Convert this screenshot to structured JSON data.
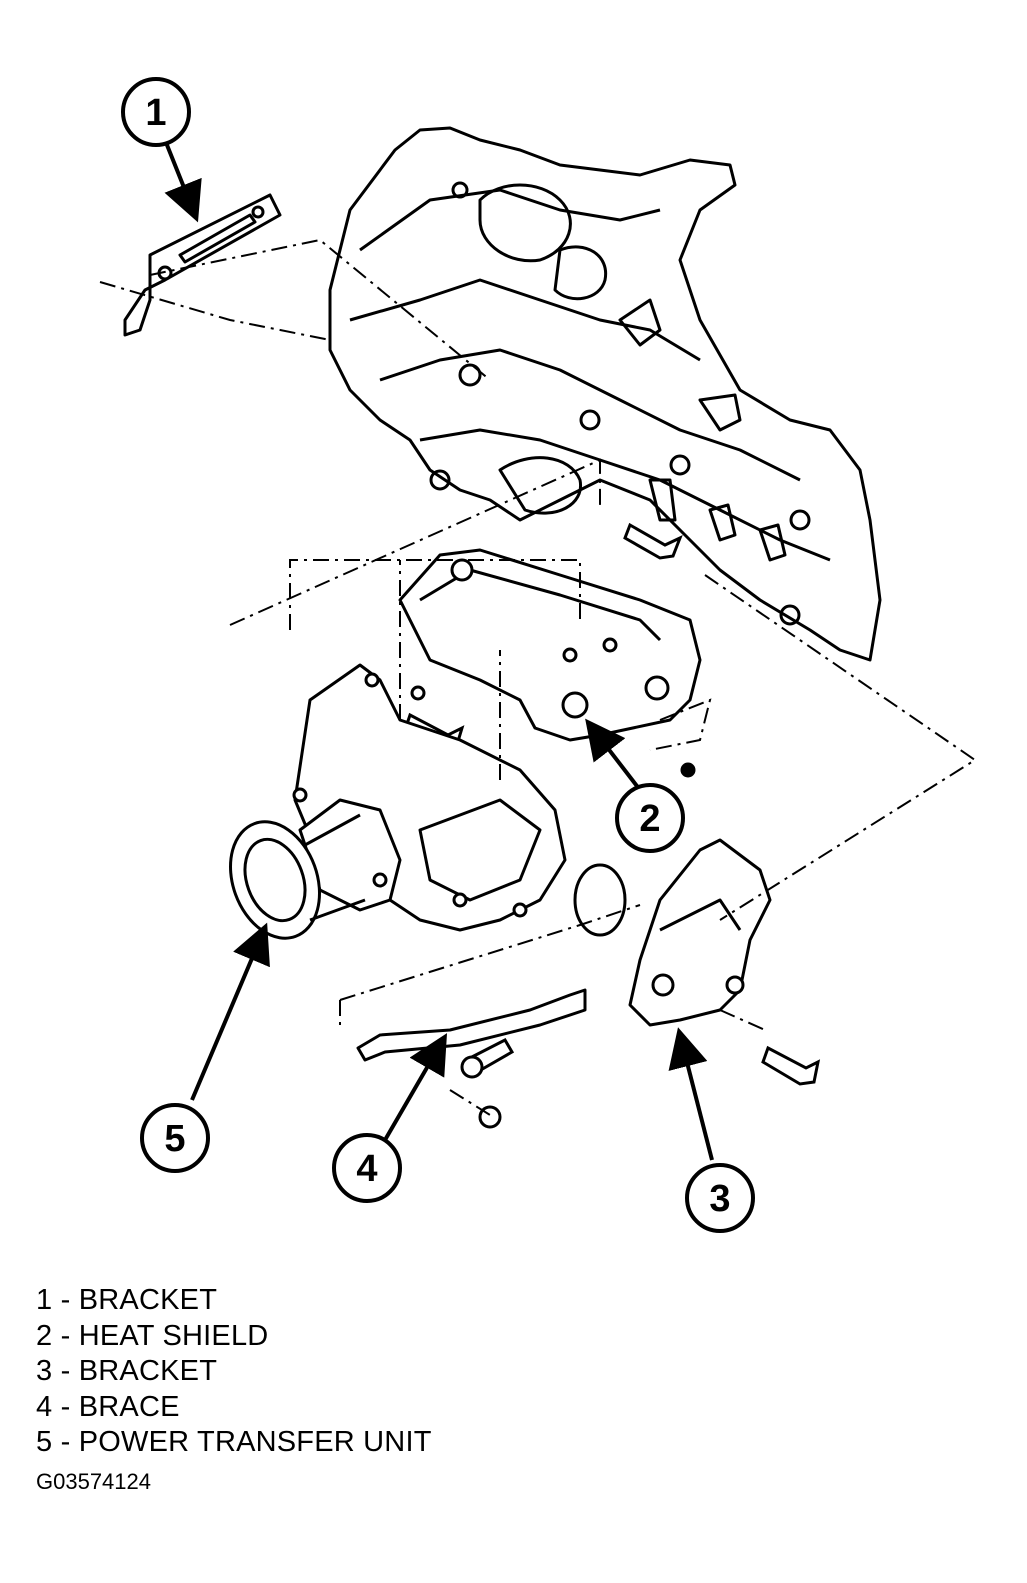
{
  "callouts": [
    {
      "number": "1"
    },
    {
      "number": "2"
    },
    {
      "number": "3"
    },
    {
      "number": "4"
    },
    {
      "number": "5"
    }
  ],
  "legend": [
    {
      "number": "1",
      "separator": "-",
      "label": "BRACKET"
    },
    {
      "number": "2",
      "separator": "-",
      "label": "HEAT SHIELD"
    },
    {
      "number": "3",
      "separator": "-",
      "label": "BRACKET"
    },
    {
      "number": "4",
      "separator": "-",
      "label": "BRACE"
    },
    {
      "number": "5",
      "separator": "-",
      "label": "POWER TRANSFER UNIT"
    }
  ],
  "figure_id": "G03574124"
}
